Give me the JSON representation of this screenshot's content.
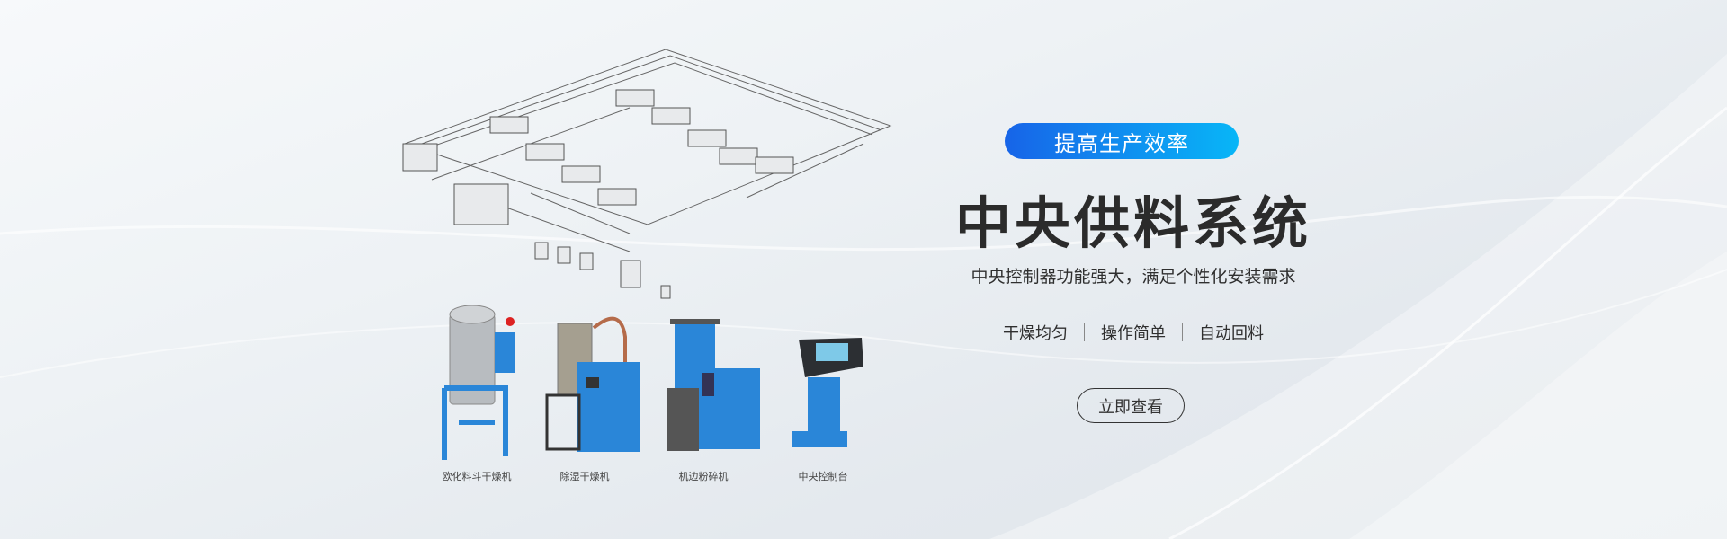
{
  "banner": {
    "tag": "提高生产效率",
    "title": "中央供料系统",
    "subtitle": "中央控制器功能强大，满足个性化安装需求",
    "features": [
      "干燥均匀",
      "操作简单",
      "自动回料"
    ],
    "cta_label": "立即查看",
    "products": [
      "欧化料斗干燥机",
      "除湿干燥机",
      "机边粉碎机",
      "中央控制台"
    ],
    "colors": {
      "tag_start": "#1764e8",
      "tag_end": "#08b6f7",
      "machine_blue": "#2a86d8",
      "title": "#2b2b2b"
    }
  }
}
